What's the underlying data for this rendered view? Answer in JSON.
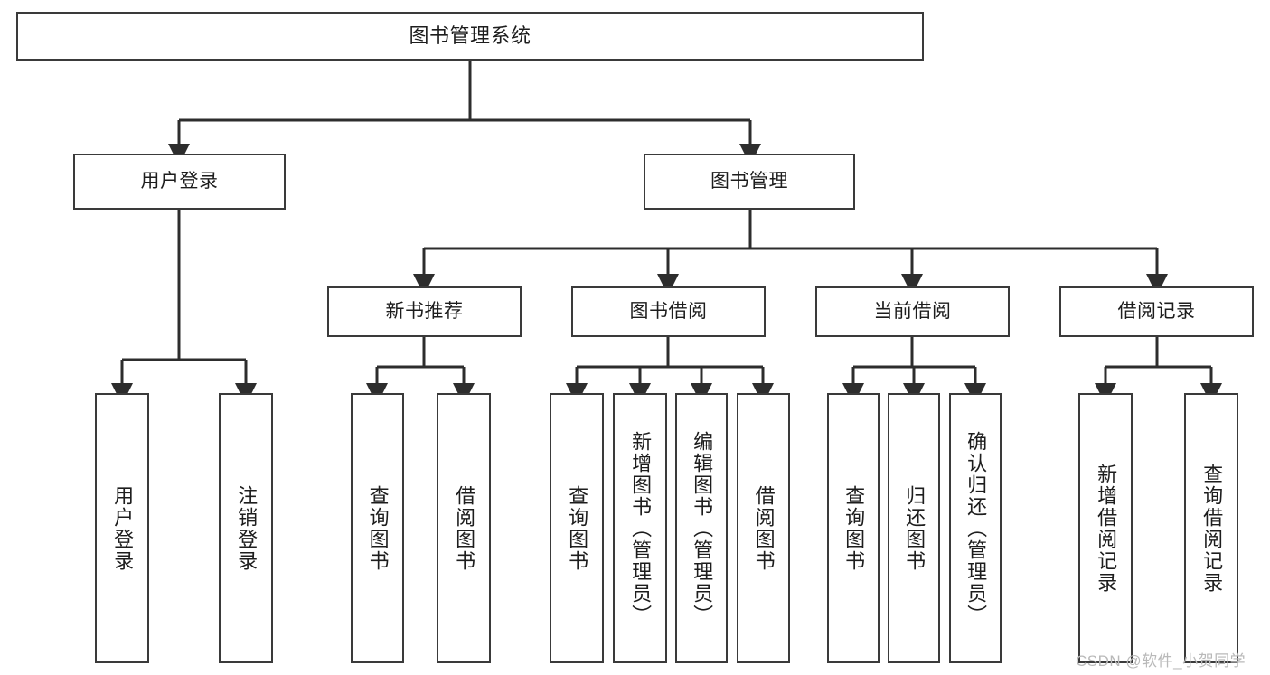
{
  "diagram": {
    "title": "图书管理系统",
    "type": "tree-hierarchy",
    "root": {
      "label": "图书管理系统"
    },
    "level2": [
      {
        "label": "用户登录"
      },
      {
        "label": "图书管理"
      }
    ],
    "level3": [
      {
        "label": "新书推荐"
      },
      {
        "label": "图书借阅"
      },
      {
        "label": "当前借阅"
      },
      {
        "label": "借阅记录"
      }
    ],
    "leaves": {
      "user_login": [
        {
          "label": "用户登录"
        },
        {
          "label": "注销登录"
        }
      ],
      "new_book_recommend": [
        {
          "label": "查询图书"
        },
        {
          "label": "借阅图书"
        }
      ],
      "book_borrow": [
        {
          "label": "查询图书"
        },
        {
          "label": "新增图书（管理员）"
        },
        {
          "label": "编辑图书（管理员）"
        },
        {
          "label": "借阅图书"
        }
      ],
      "current_borrow": [
        {
          "label": "查询图书"
        },
        {
          "label": "归还图书"
        },
        {
          "label": "确认归还（管理员）"
        }
      ],
      "borrow_record": [
        {
          "label": "新增借阅记录"
        },
        {
          "label": "查询借阅记录"
        }
      ]
    }
  },
  "watermark": {
    "text": "CSDN @软件_小贺同学"
  },
  "colors": {
    "stroke": "#3a3a3a",
    "fill": "#ffffff",
    "text": "#1d1d1d",
    "watermark": "#b9b9b9"
  }
}
